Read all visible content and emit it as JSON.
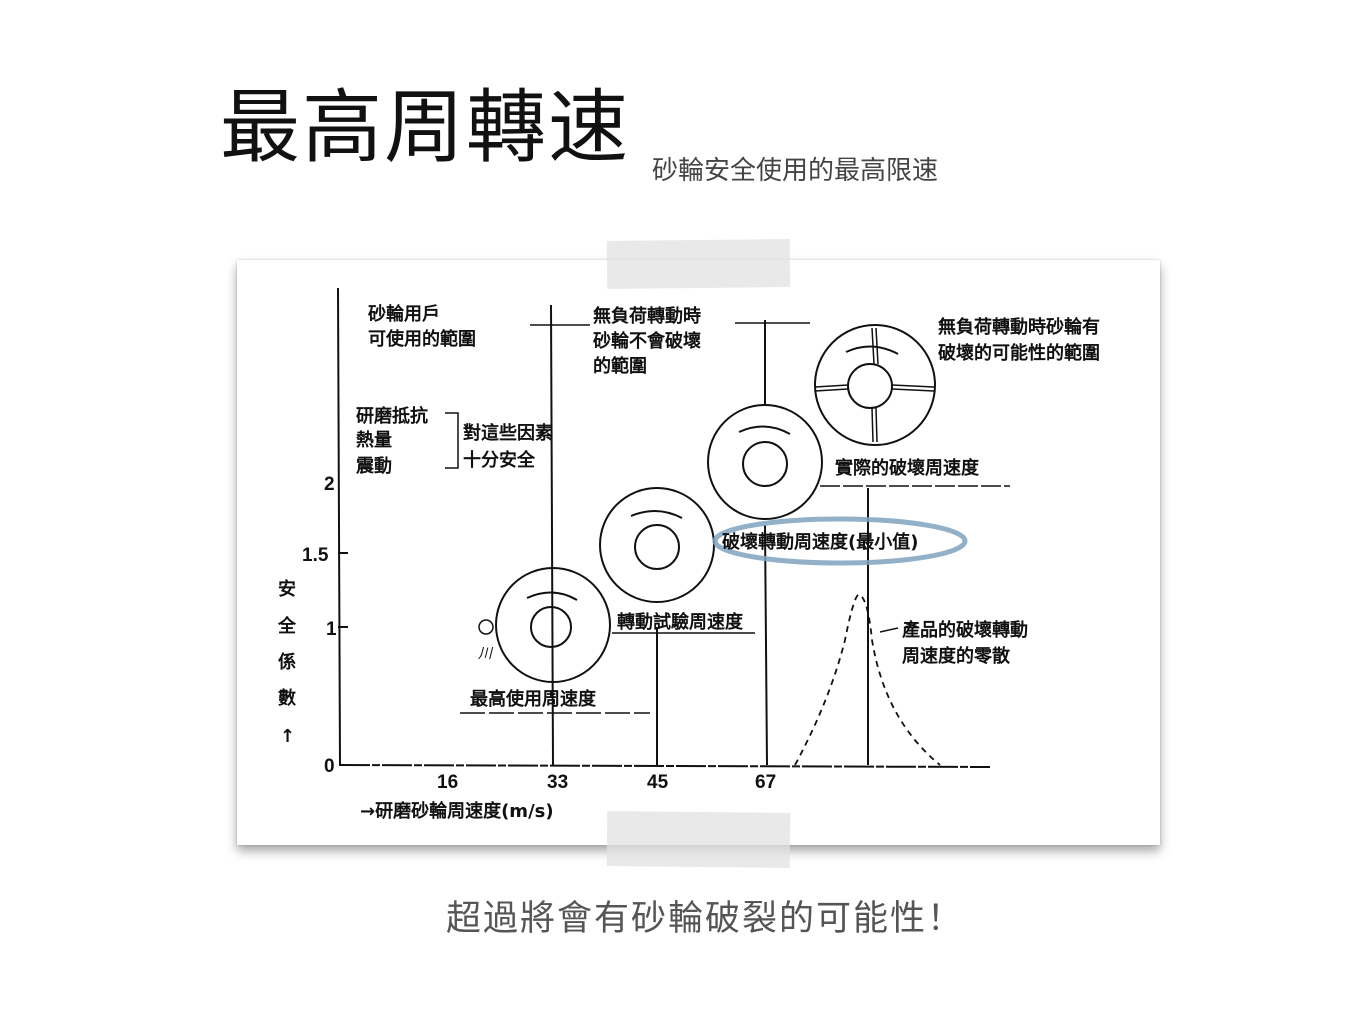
{
  "slide": {
    "title": "最高周轉速",
    "subtitle": "砂輪安全使用的最高限速",
    "caption": "超過將會有砂輪破裂的可能性！"
  },
  "diagram": {
    "y_axis": {
      "label_chars": [
        "安",
        "全",
        "係",
        "數",
        "↑"
      ],
      "ticks": [
        "2",
        "1.5",
        "1",
        "0"
      ]
    },
    "x_axis": {
      "label": "→研磨砂輪周速度(m/s)",
      "ticks": [
        "16",
        "33",
        "45",
        "67"
      ]
    },
    "labels": {
      "user_range": [
        "砂輪用戶",
        "可使用的範圍"
      ],
      "no_break_range": [
        "無負荷轉動時",
        "砂輪不會破壞",
        "的範圍"
      ],
      "break_possible_range": [
        "無負荷轉動時砂輪有",
        "破壞的可能性的範圍"
      ],
      "factors": [
        "研磨抵抗",
        "熱量",
        "震動"
      ],
      "safe": [
        "對這些因素",
        "十分安全"
      ],
      "actual_break_speed": "實際的破壞周速度",
      "min_break_speed": "破壞轉動周速度(最小值)",
      "test_speed": "轉動試驗周速度",
      "max_use_speed": "最高使用周速度",
      "scatter": [
        "產品的破壞轉動",
        "周速度的零散"
      ],
      "small_mark": "川"
    },
    "highlight_color": "#7fa3c0"
  }
}
